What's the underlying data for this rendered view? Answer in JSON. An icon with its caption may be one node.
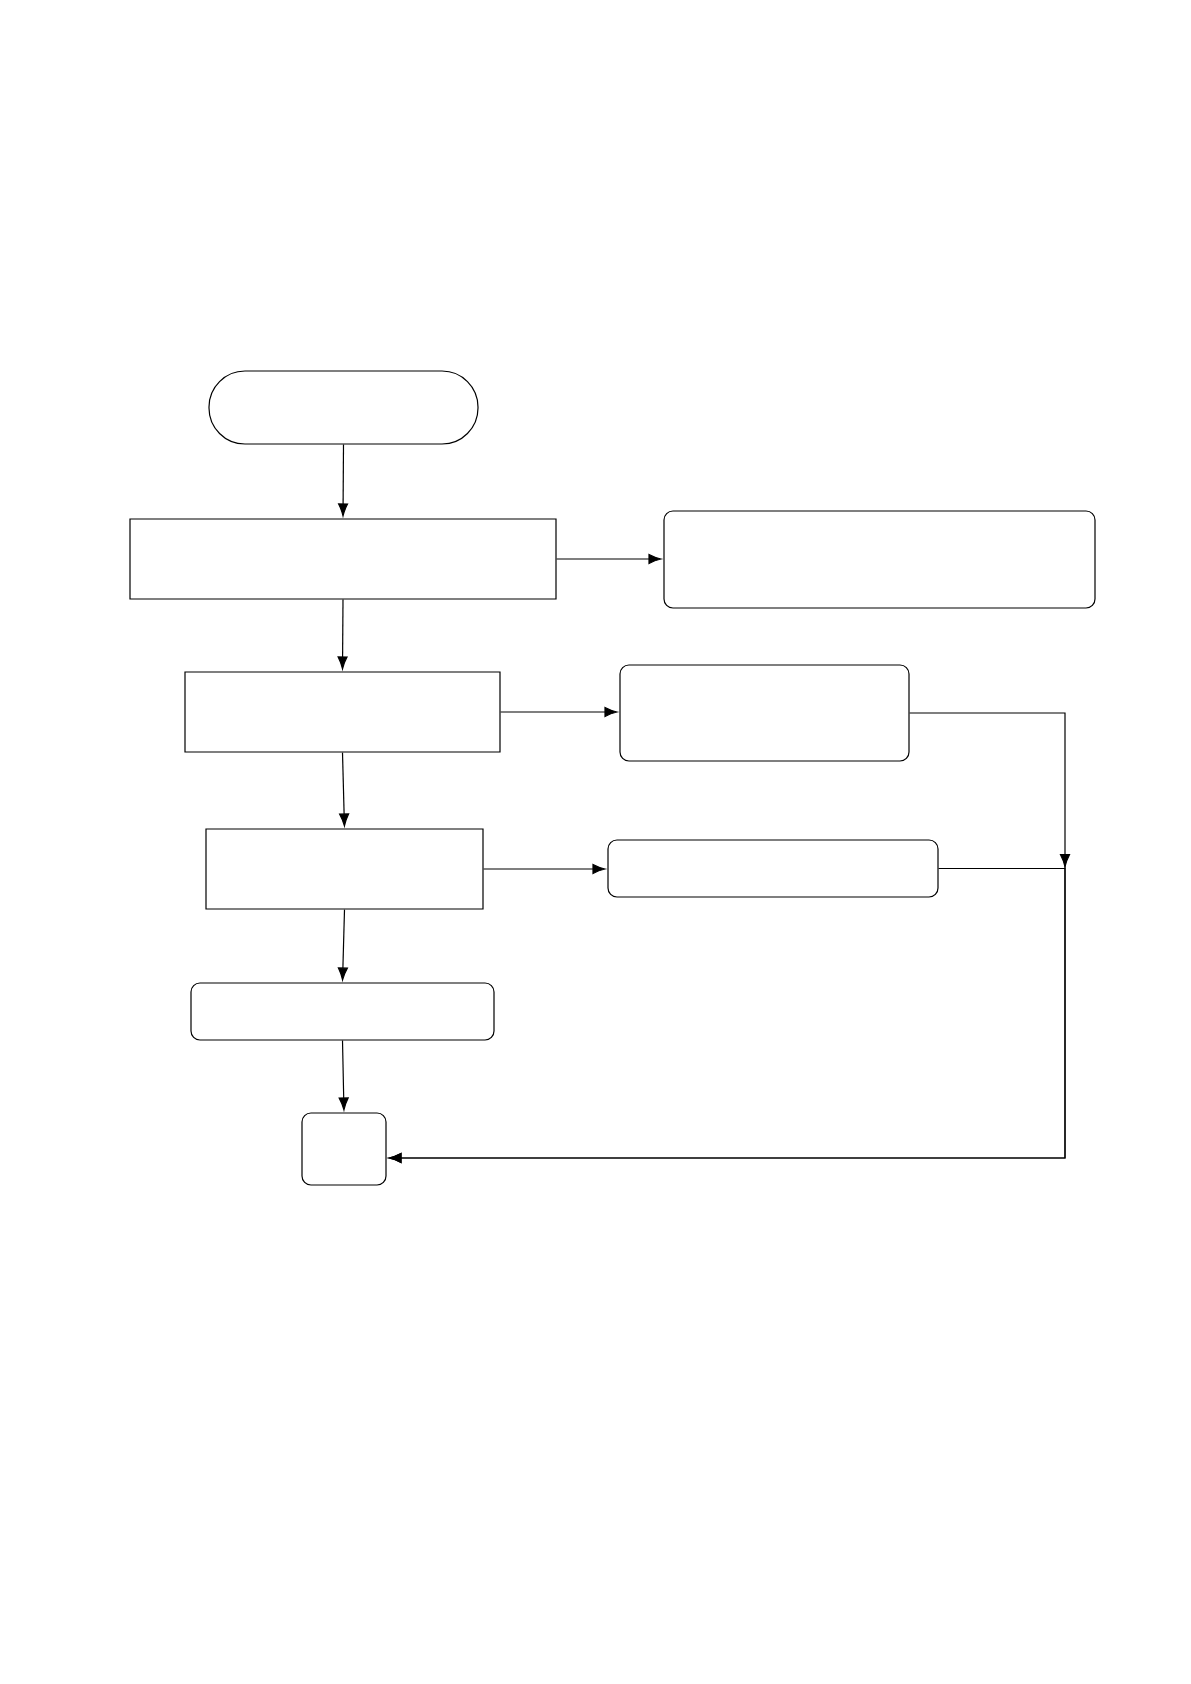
{
  "diagram": {
    "nodes": [
      {
        "text": [],
        "shape": "stadium"
      },
      {
        "text": [],
        "shape": "box"
      },
      {
        "text": [],
        "shape": "roundrect"
      },
      {
        "text": [],
        "shape": "box"
      },
      {
        "text": [],
        "shape": "roundrect"
      },
      {
        "text": [],
        "shape": "box"
      },
      {
        "text": [],
        "shape": "roundrect"
      },
      {
        "text": [],
        "shape": "roundrect"
      },
      {
        "text": [],
        "shape": "roundrect"
      }
    ],
    "edges": [
      {
        "from": 0,
        "to": 1,
        "arrow": "to"
      },
      {
        "from": 1,
        "to": 2,
        "arrow": "to"
      },
      {
        "from": 1,
        "to": 3,
        "arrow": "to"
      },
      {
        "from": 3,
        "to": 4,
        "arrow": "to"
      },
      {
        "from": 3,
        "to": 5,
        "arrow": "to"
      },
      {
        "from": 5,
        "to": 6,
        "arrow": "to"
      },
      {
        "from": 5,
        "to": 7,
        "arrow": "to"
      },
      {
        "from": 7,
        "to": 8,
        "arrow": "to"
      },
      {
        "from": 4,
        "to": 8,
        "arrow": "to"
      },
      {
        "from": 6,
        "to": 8,
        "arrow": "to"
      }
    ]
  }
}
